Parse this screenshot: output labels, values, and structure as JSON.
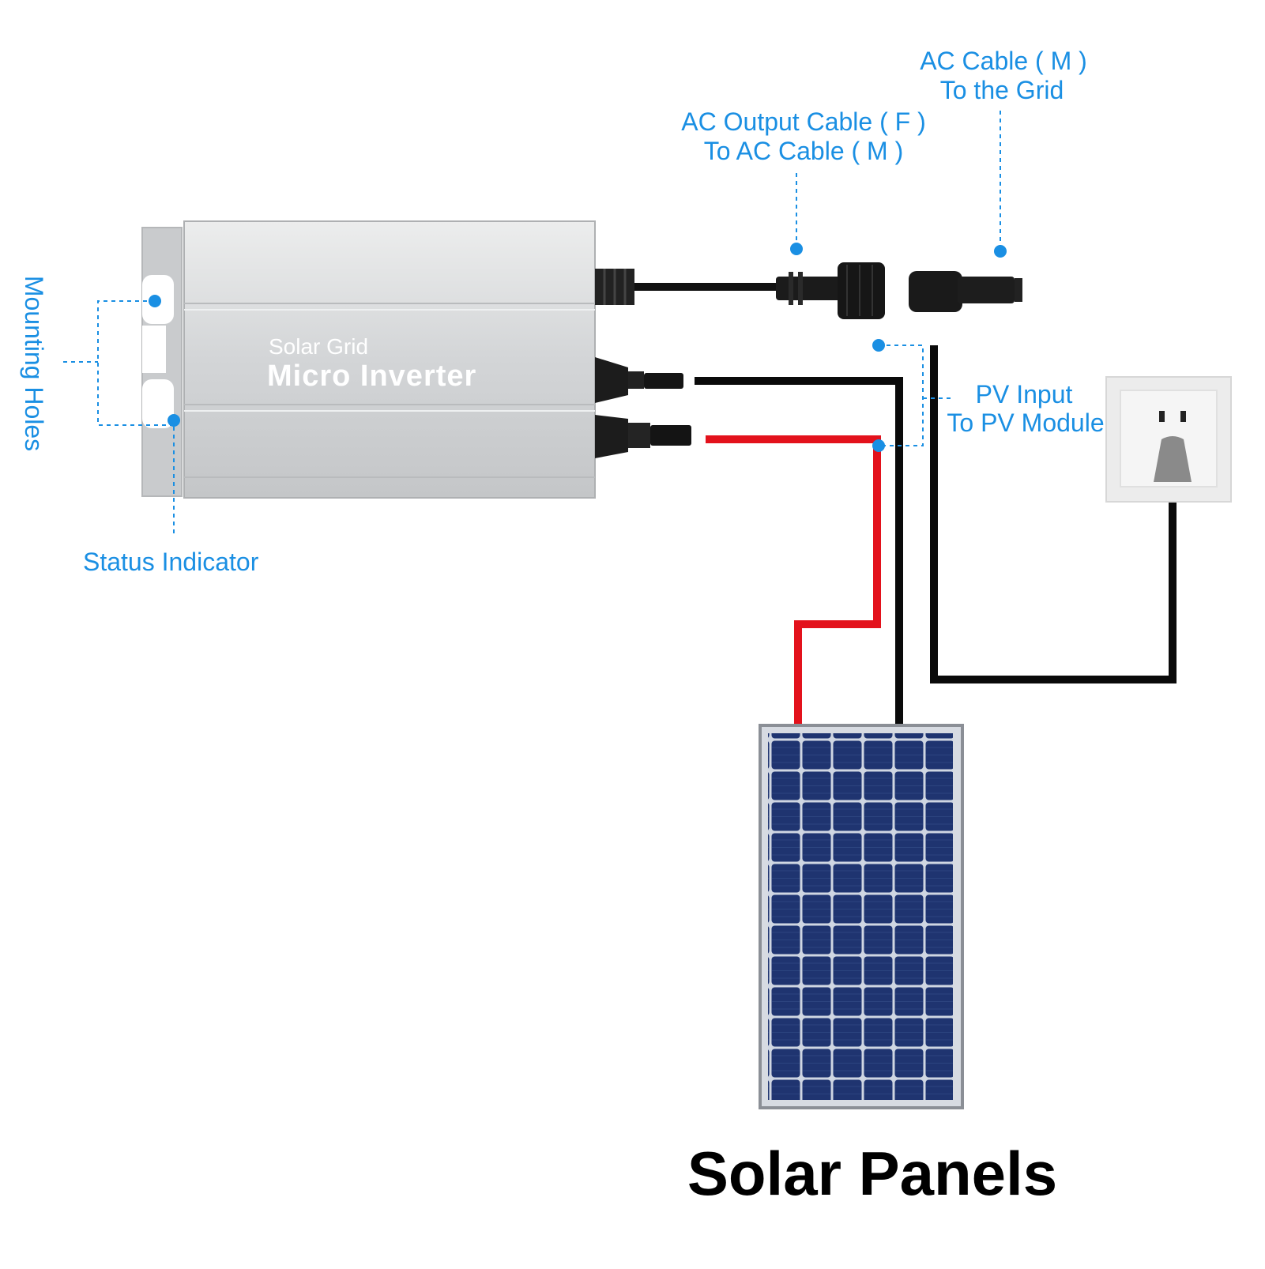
{
  "device": {
    "line1": "Solar Grid",
    "line2": "Micro Inverter"
  },
  "callouts": {
    "ac_cable_line1": "AC Cable ( M )",
    "ac_cable_line2": "To the Grid",
    "ac_output_line1": "AC Output Cable ( F )",
    "ac_output_line2": "To AC Cable ( M )",
    "pv_input_line1": "PV Input",
    "pv_input_line2": "To PV Module",
    "mounting_holes": "Mounting Holes",
    "status_indicator": "Status Indicator"
  },
  "panel_caption": "Solar Panels",
  "colors": {
    "callout": "#1a8fe3",
    "positive_wire": "#e3121c",
    "negative_wire": "#0a0a0a",
    "panel_cell": "#1c2f6b",
    "inverter_body": "#d6d8da"
  },
  "icons": [
    "inverter-device",
    "ac-connector-female",
    "ac-connector-male",
    "pv-connector",
    "wall-socket",
    "plug",
    "solar-panel"
  ]
}
